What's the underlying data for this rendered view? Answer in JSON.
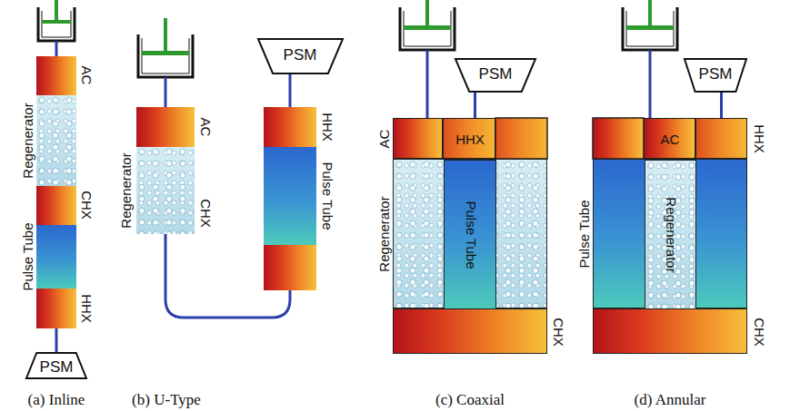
{
  "diagram": {
    "nodes": [
      {
        "text": [
          "AC"
        ]
      },
      {
        "text": [
          "Regenerator"
        ]
      },
      {
        "text": [
          "CHX"
        ]
      },
      {
        "text": [
          "Pulse Tube"
        ]
      },
      {
        "text": [
          "HHX"
        ]
      },
      {
        "text": [
          "PSM"
        ]
      },
      {
        "text": [
          "AC"
        ]
      },
      {
        "text": [
          "Regenerator"
        ]
      },
      {
        "text": [
          "PSM"
        ]
      },
      {
        "text": [
          "HHX"
        ]
      },
      {
        "text": [
          "Pulse Tube"
        ]
      },
      {
        "text": [
          "PSM"
        ]
      },
      {
        "text": [
          "AC"
        ]
      },
      {
        "text": [
          "HHX"
        ]
      },
      {
        "text": [
          "Regenerator"
        ]
      },
      {
        "text": [
          "Pulse Tube"
        ],
        "in": 14
      },
      {
        "text": [
          "CHX"
        ]
      },
      {
        "text": [
          "PSM"
        ]
      },
      {
        "text": [
          "AC"
        ]
      },
      {
        "text": [
          "HHX"
        ]
      },
      {
        "text": [
          "Pulse Tube"
        ]
      },
      {
        "text": [
          "Regenerator"
        ],
        "in": 20
      },
      {
        "text": [
          "CHX"
        ]
      }
    ],
    "edges": [
      {
        "from": 4,
        "to": 5,
        "arrow": "none"
      },
      {
        "from": 8,
        "to": 9,
        "arrow": "none"
      },
      {
        "from": 11,
        "to": 13,
        "arrow": "none"
      },
      {
        "from": 17,
        "to": 19,
        "arrow": "none"
      }
    ],
    "labels": [
      "CHX",
      "(a) Inline",
      "(b) U-Type",
      "(c) Coaxial",
      "(d) Annular"
    ]
  }
}
